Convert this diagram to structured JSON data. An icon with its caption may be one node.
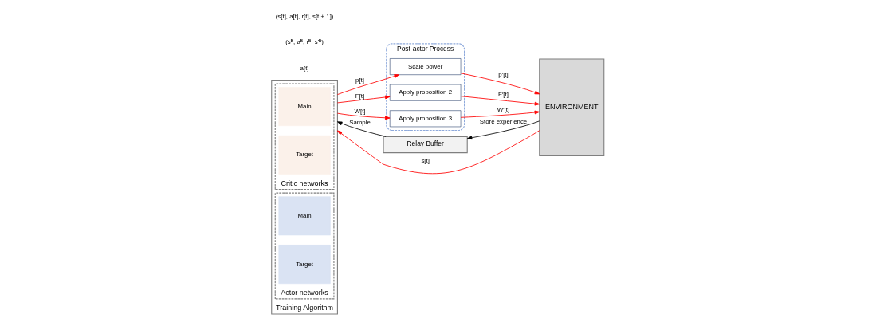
{
  "diagram": {
    "nodes": [
      {
        "text": [
          "Training Algorithm"
        ]
      },
      {
        "text": [
          "Critic networks"
        ],
        "in": 0
      },
      {
        "text": [
          "Main"
        ],
        "in": 1
      },
      {
        "text": [
          "Target"
        ],
        "in": 1
      },
      {
        "text": [
          "Actor networks"
        ],
        "in": 0
      },
      {
        "text": [
          "Main"
        ],
        "in": 4
      },
      {
        "text": [
          "Target"
        ],
        "in": 4
      },
      {
        "text": [
          "Post-actor Process"
        ]
      },
      {
        "text": [
          "Scale power"
        ],
        "in": 7
      },
      {
        "text": [
          "Apply proposition 2"
        ],
        "in": 7
      },
      {
        "text": [
          "Apply proposition 3"
        ],
        "in": 7
      },
      {
        "text": [
          "ENVIRONMENT"
        ]
      },
      {
        "text": [
          "Relay Buffer"
        ]
      }
    ],
    "edges": [
      {
        "from": 0,
        "to": 8,
        "arrow": "to",
        "label": "p[t]"
      },
      {
        "from": 0,
        "to": 9,
        "arrow": "to",
        "label": "F[t]"
      },
      {
        "from": 0,
        "to": 10,
        "arrow": "to",
        "label": "W[t]"
      },
      {
        "from": 8,
        "to": 11,
        "arrow": "to",
        "label": "p′[t]"
      },
      {
        "from": 9,
        "to": 11,
        "arrow": "to",
        "label": "F′[t]"
      },
      {
        "from": 10,
        "to": 11,
        "arrow": "to",
        "label": "W′[t]"
      },
      {
        "from": 11,
        "to": 0,
        "arrow": "to",
        "label": "s[t]"
      },
      {
        "from": 11,
        "to": 12,
        "arrow": "to",
        "label": "Store experience",
        "color": "#000000"
      },
      {
        "from": 12,
        "to": 0,
        "arrow": "to",
        "label": "Sample",
        "color": "#000000"
      }
    ],
    "labels": [
      "a[t]",
      "(sᴮ, aᴮ, rᴮ, s′ᴮ)",
      "(s[t], a[t], r[t], s[t + 1])"
    ]
  }
}
